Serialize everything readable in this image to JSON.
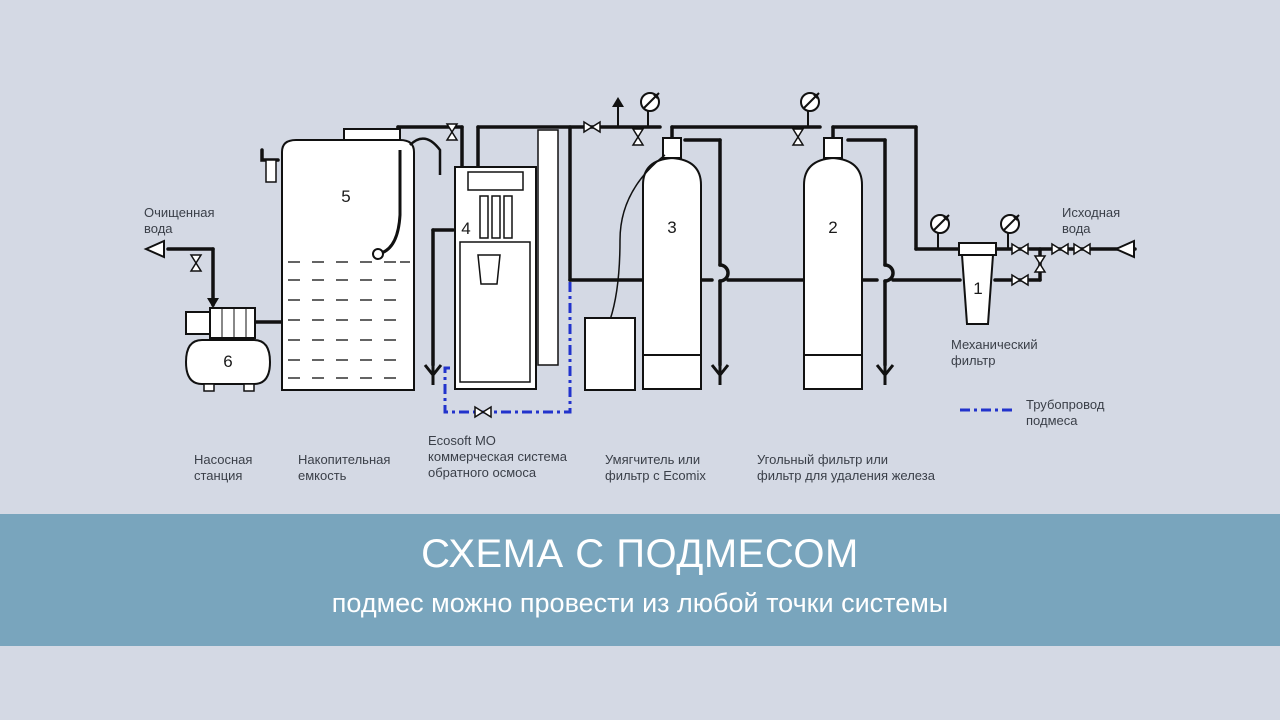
{
  "components": {
    "tank_5": "5",
    "ro_unit_4": "4",
    "softener_3": "3",
    "carbon_filter_2": "2",
    "mech_filter_1": "1",
    "pump_6": "6"
  },
  "labels": {
    "clean_water": "Очищенная\nвода",
    "source_water": "Исходная\nвода",
    "mech_filter": "Механический\nфильтр",
    "bypass_legend": "Трубопровод\nподмеса",
    "pump_station": "Насосная\nстанция",
    "storage_tank": "Накопительная\nемкость",
    "ro_system": "Ecosoft MO\nкоммерческая система\nобратного осмоса",
    "softener": "Умягчитель или\nфильтр с Ecomix",
    "carbon_filter": "Угольный фильтр или\nфильтр для удаления железа"
  },
  "banner": {
    "title": "СХЕМА С ПОДМЕСОМ",
    "subtitle": "подмес можно провести из любой точки системы"
  },
  "colors": {
    "background": "#d4d9e4",
    "line": "#111111",
    "bypass": "#2233cc",
    "banner": "#79a5bd"
  }
}
